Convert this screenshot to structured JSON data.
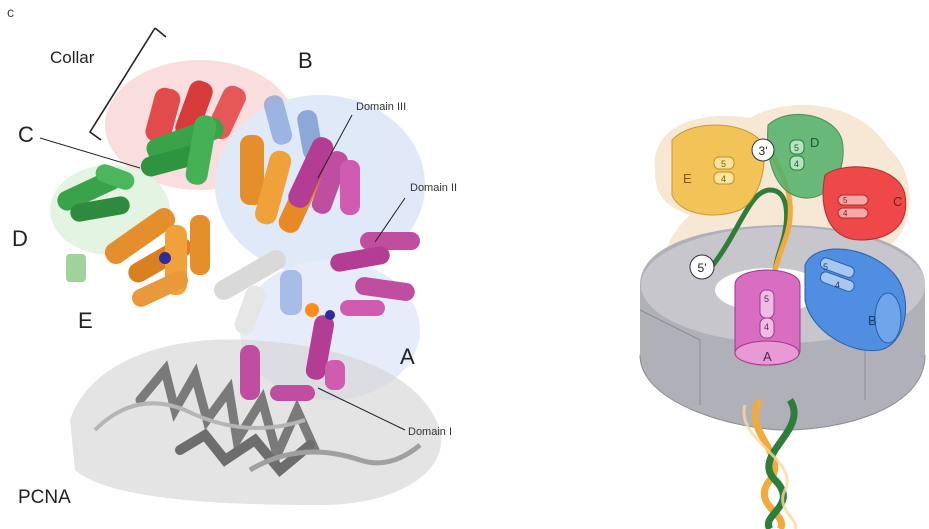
{
  "left_panel": {
    "panel_mark": "c",
    "labels": {
      "collar": "Collar",
      "b": "B",
      "c": "C",
      "d": "D",
      "e": "E",
      "a": "A",
      "pcna": "PCNA",
      "domain_iii": "Domain III",
      "domain_ii": "Domain II",
      "domain_i": "Domain I"
    },
    "subunit_colors": {
      "A": "#c04ea0",
      "B": "#7f9fd8",
      "C": "#e14b4b",
      "D": "#3aa34a",
      "E": "#e48f2b",
      "PCNA": "#8f8f8f"
    }
  },
  "right_panel": {
    "subunits": [
      {
        "name": "A",
        "color": "#d86dc2",
        "helix_top": "5",
        "helix_bottom": "4"
      },
      {
        "name": "B",
        "color": "#4f8ee0",
        "helix_top": "5",
        "helix_bottom": "4"
      },
      {
        "name": "C",
        "color": "#ee4848",
        "helix_top": "5",
        "helix_bottom": "4"
      },
      {
        "name": "D",
        "color": "#4fb06a",
        "helix_top": "5",
        "helix_bottom": "4"
      },
      {
        "name": "E",
        "color": "#f2c04a",
        "helix_top": "5",
        "helix_bottom": "4"
      }
    ],
    "strand_labels": {
      "five_prime": "5'",
      "three_prime": "3'"
    },
    "ring_color": "#a8a8b0",
    "dna_colors": {
      "strand1": "#2e7d3a",
      "strand2": "#f0ab3c"
    }
  }
}
